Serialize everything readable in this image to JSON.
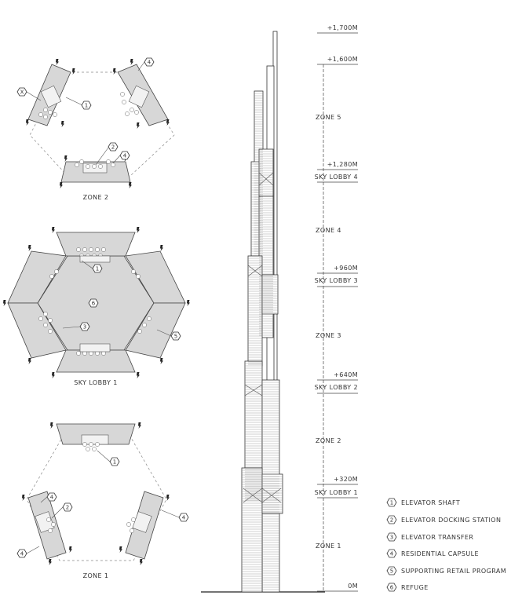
{
  "plans": [
    {
      "id": "zone2",
      "label": "ZONE 2",
      "tags": [
        "X",
        "1",
        "2",
        "4",
        "4"
      ]
    },
    {
      "id": "skylobby1",
      "label": "SKY LOBBY 1",
      "tags": [
        "1",
        "3",
        "5",
        "6"
      ]
    },
    {
      "id": "zone1",
      "label": "ZONE 1",
      "tags": [
        "1",
        "2",
        "4",
        "4",
        "4"
      ]
    }
  ],
  "elevation": {
    "levels": [
      {
        "height": "+1,700M",
        "lobby": ""
      },
      {
        "height": "+1,600M",
        "lobby": ""
      },
      {
        "height": "+1,280M",
        "lobby": "SKY LOBBY 4"
      },
      {
        "height": "+960M",
        "lobby": "SKY LOBBY 3"
      },
      {
        "height": "+640M",
        "lobby": "SKY LOBBY 2"
      },
      {
        "height": "+320M",
        "lobby": "SKY LOBBY 1"
      },
      {
        "height": "0M",
        "lobby": ""
      }
    ],
    "zones": [
      "ZONE 5",
      "ZONE 4",
      "ZONE 3",
      "ZONE 2",
      "ZONE 1"
    ]
  },
  "legend": [
    {
      "num": "1",
      "text": "ELEVATOR SHAFT"
    },
    {
      "num": "2",
      "text": "ELEVATOR DOCKING STATION"
    },
    {
      "num": "3",
      "text": "ELEVATOR TRANSFER"
    },
    {
      "num": "4",
      "text": "RESIDENTIAL CAPSULE"
    },
    {
      "num": "5",
      "text": "SUPPORTING RETAIL PROGRAM"
    },
    {
      "num": "6",
      "text": "REFUGE"
    }
  ]
}
